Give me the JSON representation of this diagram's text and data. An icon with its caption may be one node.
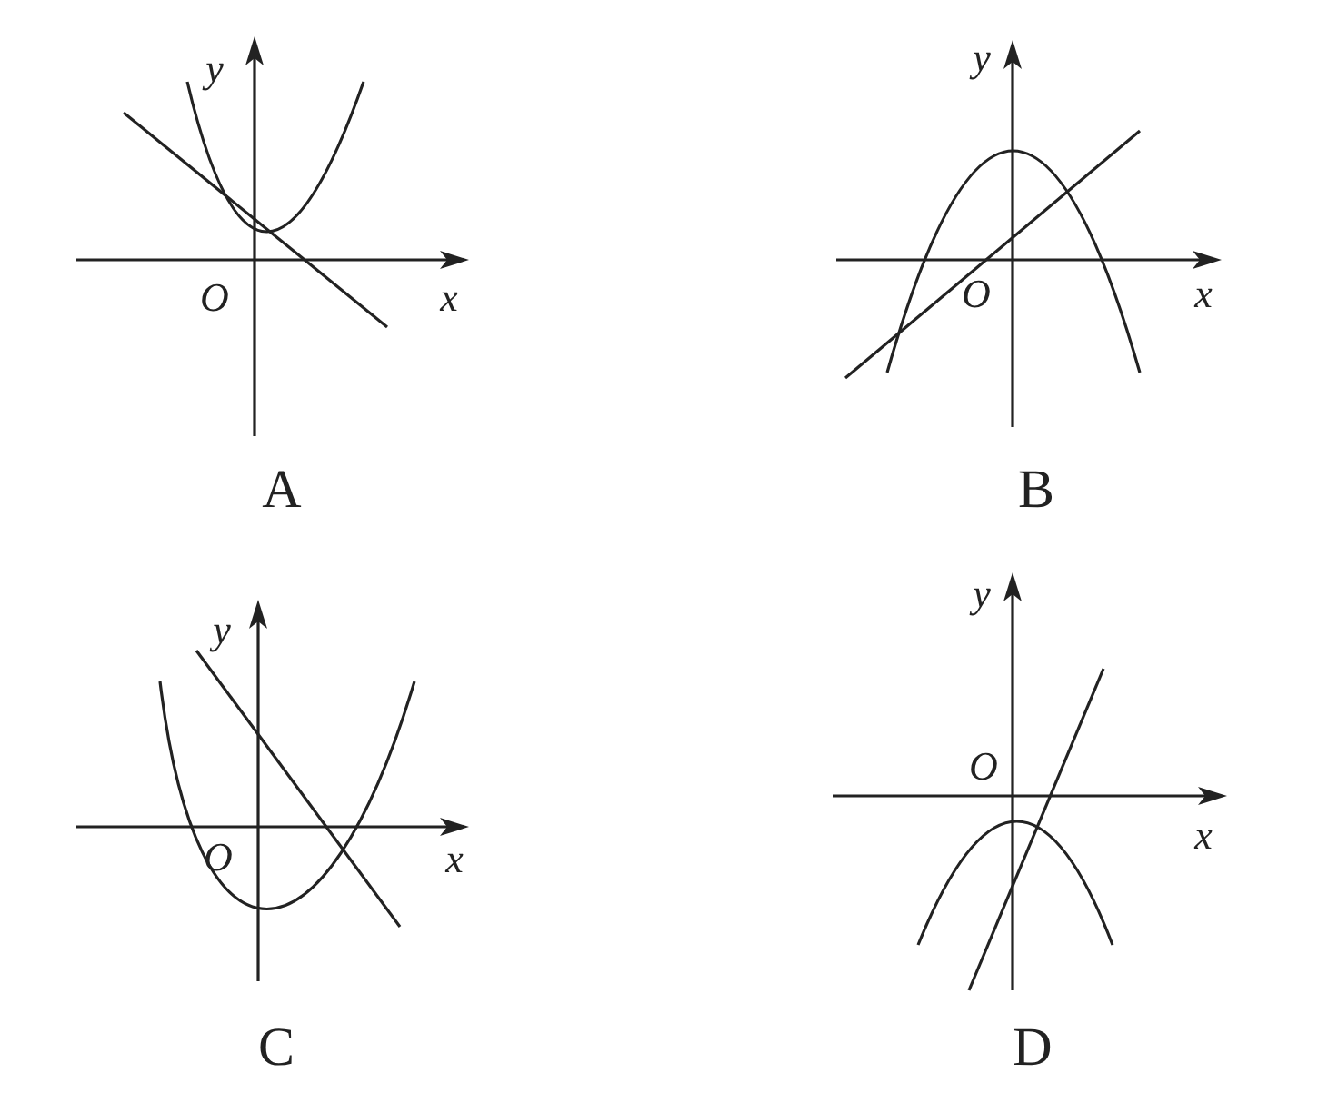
{
  "diagram": {
    "labels": [
      "y",
      "O",
      "x",
      "A",
      "y",
      "O",
      "x",
      "B",
      "y",
      "O",
      "x",
      "C",
      "y",
      "O",
      "x",
      "D"
    ]
  }
}
